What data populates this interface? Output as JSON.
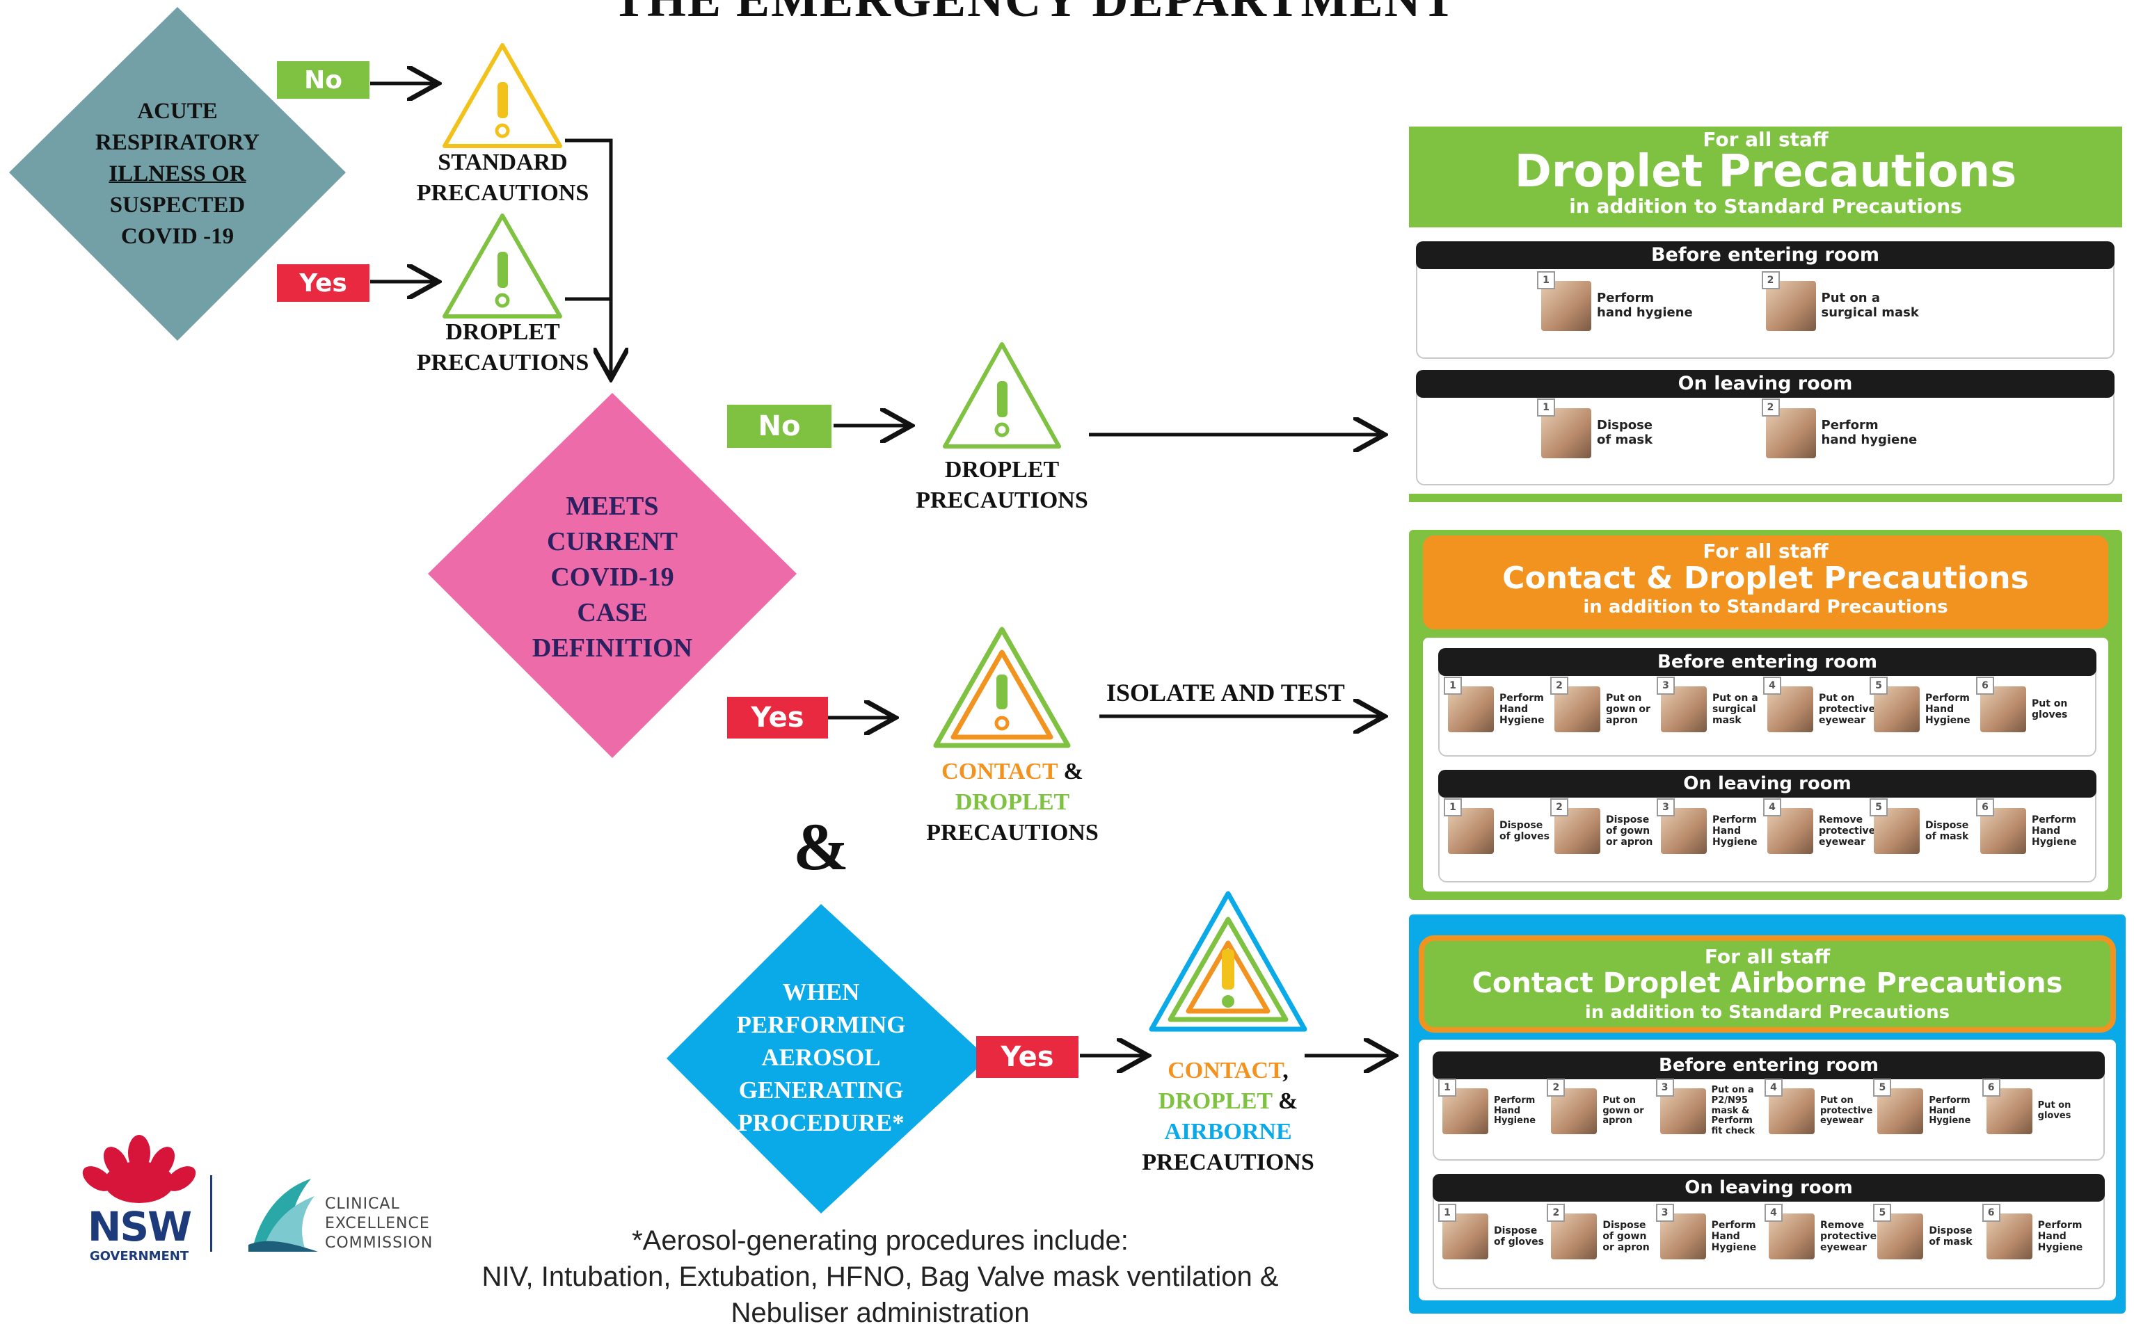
{
  "header": {
    "title": "THE EMERGENCY DEPARTMENT"
  },
  "colors": {
    "green": "#7fc241",
    "red": "#e8293f",
    "teal": "#72a0a6",
    "pink": "#ee6ba9",
    "blue": "#0aa9e8",
    "orange": "#f3931f",
    "yellow": "#f2c21a"
  },
  "flow": {
    "q1": {
      "lines": [
        "ACUTE",
        "RESPIRATORY",
        "ILLNESS OR",
        "SUSPECTED",
        "COVID -19"
      ]
    },
    "q1_no": "No",
    "q1_yes": "Yes",
    "standard_label": [
      "STANDARD",
      "PRECAUTIONS"
    ],
    "droplet_label_top": [
      "DROPLET",
      "PRECAUTIONS"
    ],
    "q2": {
      "lines": [
        "MEETS",
        "CURRENT",
        "COVID-19",
        "CASE",
        "DEFINITION"
      ]
    },
    "q2_no": "No",
    "q2_yes": "Yes",
    "droplet_label_mid": [
      "DROPLET",
      "PRECAUTIONS"
    ],
    "isolate": "ISOLATE AND TEST",
    "contact_droplet_label": {
      "contact": "CONTACT",
      "amp": " &",
      "droplet": "DROPLET",
      "precautions": "PRECAUTIONS"
    },
    "ampersand": "&",
    "q3": {
      "lines": [
        "WHEN",
        "PERFORMING",
        "AEROSOL",
        "GENERATING",
        "PROCEDURE*"
      ]
    },
    "q3_yes": "Yes",
    "airborne_label": {
      "contact": "CONTACT",
      "comma": ",",
      "droplet": "DROPLET",
      "amp": " &",
      "airborne": "AIRBORNE",
      "precautions": "PRECAUTIONS"
    },
    "footnote": [
      "*Aerosol-generating procedures include:",
      "NIV, Intubation, Extubation, HFNO, Bag Valve mask ventilation &",
      "Nebuliser administration"
    ]
  },
  "logos": {
    "nsw": [
      "NSW",
      "GOVERNMENT"
    ],
    "cec": [
      "CLINICAL",
      "EXCELLENCE",
      "COMMISSION"
    ]
  },
  "cards": {
    "droplet": {
      "for_all": "For all staff",
      "title": "Droplet Precautions",
      "sub": "in addition to Standard Precautions",
      "before": "Before entering room",
      "leaving": "On leaving room",
      "before_steps": [
        {
          "n": "1",
          "text": [
            "Perform",
            "hand hygiene"
          ]
        },
        {
          "n": "2",
          "text": [
            "Put on a",
            "surgical mask"
          ]
        }
      ],
      "leaving_steps": [
        {
          "n": "1",
          "text": [
            "Dispose",
            "of mask"
          ]
        },
        {
          "n": "2",
          "text": [
            "Perform",
            "hand hygiene"
          ]
        }
      ]
    },
    "contact": {
      "for_all": "For all staff",
      "title": "Contact & Droplet Precautions",
      "sub": "in addition to Standard Precautions",
      "before": "Before entering room",
      "leaving": "On leaving room",
      "before_steps": [
        {
          "n": "1",
          "text": [
            "Perform",
            "Hand",
            "Hygiene"
          ]
        },
        {
          "n": "2",
          "text": [
            "Put on",
            "gown or",
            "apron"
          ]
        },
        {
          "n": "3",
          "text": [
            "Put on a",
            "surgical",
            "mask"
          ]
        },
        {
          "n": "4",
          "text": [
            "Put on",
            "protective",
            "eyewear"
          ]
        },
        {
          "n": "5",
          "text": [
            "Perform",
            "Hand",
            "Hygiene"
          ]
        },
        {
          "n": "6",
          "text": [
            "Put on",
            "gloves"
          ]
        }
      ],
      "leaving_steps": [
        {
          "n": "1",
          "text": [
            "Dispose",
            "of gloves"
          ]
        },
        {
          "n": "2",
          "text": [
            "Dispose",
            "of gown",
            "or apron"
          ]
        },
        {
          "n": "3",
          "text": [
            "Perform",
            "Hand",
            "Hygiene"
          ]
        },
        {
          "n": "4",
          "text": [
            "Remove",
            "protective",
            "eyewear"
          ]
        },
        {
          "n": "5",
          "text": [
            "Dispose",
            "of mask"
          ]
        },
        {
          "n": "6",
          "text": [
            "Perform",
            "Hand",
            "Hygiene"
          ]
        }
      ]
    },
    "airborne": {
      "for_all": "For all staff",
      "title": "Contact Droplet Airborne Precautions",
      "sub": "in addition to Standard Precautions",
      "before": "Before entering room",
      "leaving": "On leaving room",
      "before_steps": [
        {
          "n": "1",
          "text": [
            "Perform",
            "Hand",
            "Hygiene"
          ]
        },
        {
          "n": "2",
          "text": [
            "Put on",
            "gown or",
            "apron"
          ]
        },
        {
          "n": "3",
          "text": [
            "Put on a",
            "P2/N95",
            "mask &",
            "Perform",
            "fit check"
          ]
        },
        {
          "n": "4",
          "text": [
            "Put on",
            "protective",
            "eyewear"
          ]
        },
        {
          "n": "5",
          "text": [
            "Perform",
            "Hand",
            "Hygiene"
          ]
        },
        {
          "n": "6",
          "text": [
            "Put on",
            "gloves"
          ]
        }
      ],
      "leaving_steps": [
        {
          "n": "1",
          "text": [
            "Dispose",
            "of gloves"
          ]
        },
        {
          "n": "2",
          "text": [
            "Dispose",
            "of gown",
            "or apron"
          ]
        },
        {
          "n": "3",
          "text": [
            "Perform",
            "Hand",
            "Hygiene"
          ]
        },
        {
          "n": "4",
          "text": [
            "Remove",
            "protective",
            "eyewear"
          ]
        },
        {
          "n": "5",
          "text": [
            "Dispose",
            "of mask"
          ]
        },
        {
          "n": "6",
          "text": [
            "Perform",
            "Hand",
            "Hygiene"
          ]
        }
      ]
    }
  }
}
